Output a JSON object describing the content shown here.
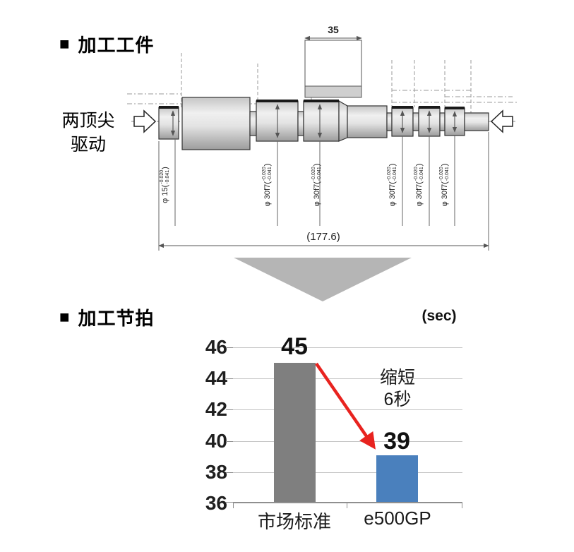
{
  "workpiece": {
    "bullet": "■",
    "title": "加工工件",
    "drive_label": {
      "line1": "两顶尖",
      "line2": "驱动"
    },
    "dims": {
      "top_width": "35",
      "overall_length": "(177.6)"
    },
    "diameter_labels": [
      {
        "prefix": "φ 15(",
        "upper": "-0.020",
        "lower": "-0.041",
        "suffix": ")"
      },
      {
        "prefix": "φ 30f7(",
        "upper": "-0.020",
        "lower": "-0.041",
        "suffix": ")"
      },
      {
        "prefix": "φ 30f7(",
        "upper": "-0.020",
        "lower": "-0.041",
        "suffix": ")"
      },
      {
        "prefix": "φ 30f7(",
        "upper": "-0.020",
        "lower": "-0.041",
        "suffix": ")"
      },
      {
        "prefix": "φ 30f7(",
        "upper": "-0.020",
        "lower": "-0.041",
        "suffix": ")"
      },
      {
        "prefix": "φ 30f7(",
        "upper": "-0.020",
        "lower": "-0.041",
        "suffix": ")"
      }
    ]
  },
  "cycle": {
    "bullet": "■",
    "title": "加工节拍"
  },
  "chart_data": {
    "type": "bar",
    "title": "加工节拍",
    "unit": "(sec)",
    "categories": [
      "市场标准",
      "e500GP"
    ],
    "values": [
      45,
      39
    ],
    "bar_colors": [
      "#7f7f7f",
      "#4a80bd"
    ],
    "ylim": [
      36,
      46
    ],
    "yticks": [
      46,
      44,
      42,
      40,
      38,
      36
    ],
    "grid": true,
    "legend": false,
    "annotation": {
      "line1": "缩短",
      "line2": "6秒",
      "arrow_color": "#e8231f"
    }
  }
}
